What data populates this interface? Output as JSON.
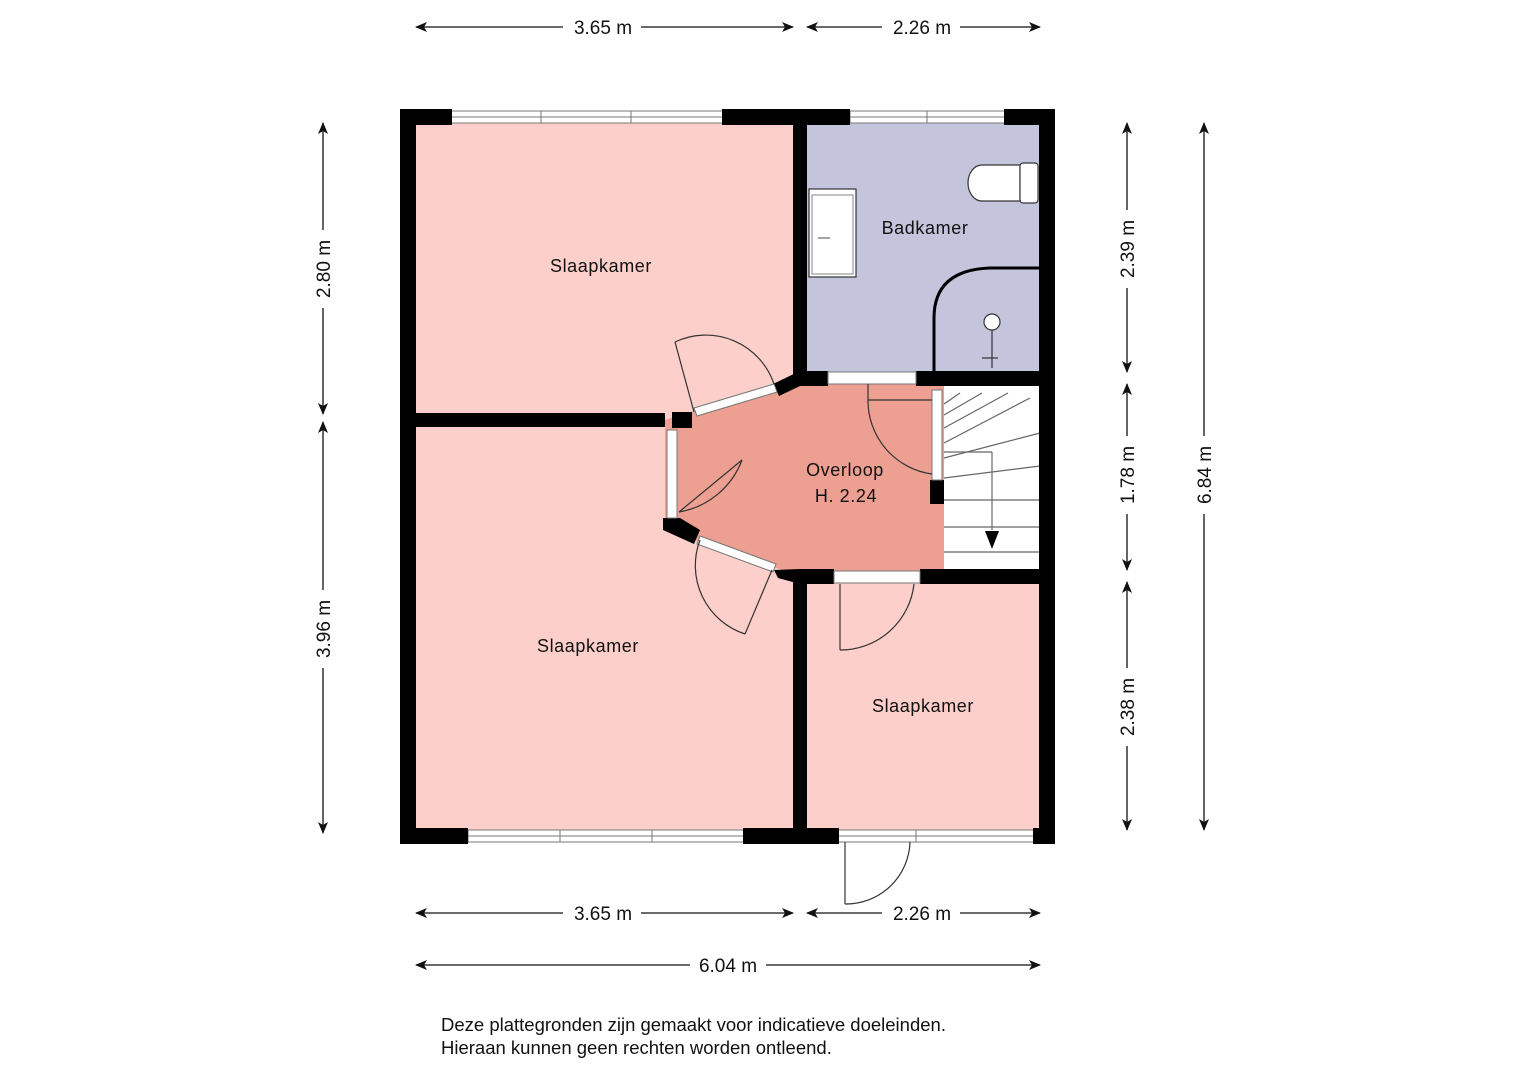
{
  "dimensions": {
    "top_left": "3.65 m",
    "top_right": "2.26 m",
    "bottom_left": "3.65 m",
    "bottom_right": "2.26 m",
    "bottom_total": "6.04 m",
    "left_upper": "2.80 m",
    "left_lower": "3.96 m",
    "right_upper": "2.39 m",
    "right_middle": "1.78 m",
    "right_lower": "2.38 m",
    "right_total": "6.84 m"
  },
  "rooms": {
    "bedroom_top": "Slaapkamer",
    "bathroom": "Badkamer",
    "landing": "Overloop",
    "landing_height": "H. 2.24",
    "bedroom_bottom_left": "Slaapkamer",
    "bedroom_bottom_right": "Slaapkamer"
  },
  "colors": {
    "bedroom": "#fccfca",
    "bathroom": "#c4c4dc",
    "landing": "#ed9f91",
    "wall": "#000000"
  },
  "disclaimer": {
    "line1": "Deze plattegronden zijn gemaakt voor indicatieve doeleinden.",
    "line2": "Hieraan kunnen geen rechten worden ontleend."
  }
}
